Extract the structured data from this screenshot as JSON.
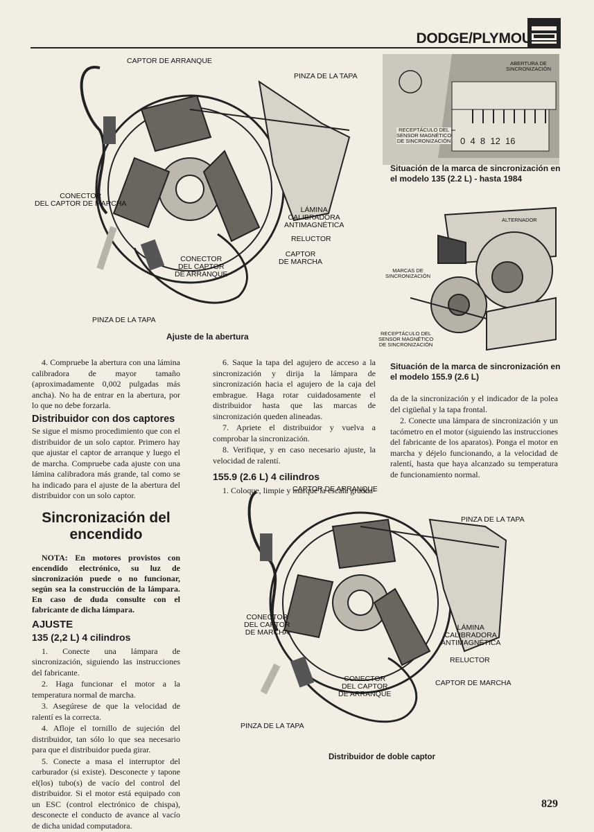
{
  "header": {
    "brand": "DODGE/PLYMOUTH",
    "icon": "car-icon"
  },
  "figure1": {
    "caption": "Ajuste de la abertura",
    "labels": {
      "captor_arranque": "CAPTOR DE ARRANQUE",
      "pinza_tapa_top": "PINZA DE LA TAPA",
      "conector_marcha_1": "CONECTOR",
      "conector_marcha_2": "DEL CAPTOR DE MARCHA",
      "lamina_1": "LÁMINA",
      "lamina_2": "CALIBRADORA",
      "lamina_3": "ANTIMAGNÉTICA",
      "reluctor": "RELUCTOR",
      "conector_arranque_1": "CONECTOR",
      "conector_arranque_2": "DEL CAPTOR",
      "conector_arranque_3": "DE ARRANQUE",
      "captor_marcha_1": "CAPTOR",
      "captor_marcha_2": "DE MARCHA",
      "pinza_tapa_bottom": "PINZA DE LA TAPA"
    }
  },
  "figure2": {
    "caption_1": "Situación de la marca de sincronización en",
    "caption_2": "el modelo 135 (2.2 L) - hasta 1984",
    "labels": {
      "abertura_1": "ABERTURA DE",
      "abertura_2": "SINCRONIZACIÓN",
      "receptaculo_1": "RECEPTÁCULO DEL",
      "receptaculo_2": "SENSOR MAGNÉTICO",
      "receptaculo_3": "DE SINCRONIZACIÓN",
      "scale": "0  4  8  12  16"
    }
  },
  "figure3": {
    "caption_1": "Situación de la marca de sincronización en",
    "caption_2": "el modelo 155.9 (2.6 L)",
    "labels": {
      "alternador": "ALTERNADOR",
      "marcas_1": "MARCAS DE",
      "marcas_2": "SINCRONIZACIÓN",
      "receptaculo_1": "RECEPTÁCULO DEL",
      "receptaculo_2": "SENSOR MAGNÉTICO",
      "receptaculo_3": "DE SINCRONIZACIÓN"
    }
  },
  "figure4": {
    "caption": "Distribuidor de doble captor",
    "labels": {
      "captor_arranque": "CAPTOR DE ARRANQUE",
      "pinza_tapa_top": "PINZA DE LA TAPA",
      "conector_marcha_1": "CONECTOR",
      "conector_marcha_2": "DEL CAPTOR",
      "conector_marcha_3": "DE MARCHA",
      "lamina_1": "LÁMINA",
      "lamina_2": "CALIBRADORA",
      "lamina_3": "ANTIMAGNÉTICA",
      "reluctor": "RELUCTOR",
      "conector_arranque_1": "CONECTOR",
      "conector_arranque_2": "DEL CAPTOR",
      "conector_arranque_3": "DE ARRANQUE",
      "captor_marcha": "CAPTOR DE MARCHA",
      "pinza_tapa_bottom": "PINZA DE LA TAPA"
    }
  },
  "col1": {
    "p4": "4. Compruebe la abertura con una lámina calibradora de mayor tamaño (aproximadamente 0,002 pulgadas más ancha). No ha de entrar en la abertura, por lo que no debe forzarla.",
    "h_dist": "Distribuidor con dos captores",
    "p_dist": "Se sigue el mismo procedimiento que con el distribuidor de un solo captor. Primero hay que ajustar el captor de arranque y luego el de marcha. Compruebe cada ajuste con una lámina calibradora más grande, tal como se ha indicado para el ajuste de la abertura del distribuidor con un solo captor.",
    "h_sync_1": "Sincronización del",
    "h_sync_2": "encendido",
    "nota": "NOTA: En motores provistos con encendido electrónico, su luz de sincronización puede o no funcionar, según sea la construcción de la lámpara. En caso de duda consulte con el fabricante de dicha lámpara.",
    "h_ajuste": "AJUSTE",
    "h_135": "135 (2,2 L) 4 cilindros",
    "s1": "1. Conecte una lámpara de sincronización, siguiendo las instrucciones del fabricante.",
    "s2": "2. Haga funcionar el motor a la temperatura normal de marcha.",
    "s3": "3. Asegúrese de que la velocidad de ralentí es la correcta.",
    "s4": "4. Afloje el tornillo de sujeción del distribuidor, tan sólo lo que sea necesario para que el distribuidor pueda girar.",
    "s5": "5. Conecte a masa el interruptor del carburador (si existe). Desconecte y tapone el(los) tubo(s) de vacío del control del distribuidor. Si el motor está equipado con un ESC (control electrónico de chispa), desconecte el conducto de avance al vacío de dicha unidad computadora."
  },
  "col2": {
    "s6": "6. Saque la tapa del agujero de acceso a la sincronización y dirija la lámpara de sincronización hacia el agujero de la caja del embrague. Haga rotar cuidadosamente el distribuidor hasta que las marcas de sincronización queden alineadas.",
    "s7": "7. Apriete el distribuidor y vuelva a comprobar la sincronización.",
    "s8": "8. Verifique, y en caso necesario ajuste, la velocidad de ralentí.",
    "h_155": "155.9 (2.6 L) 4 cilindros",
    "s1": "1. Coloque, limpie y marque la escala gradua-"
  },
  "col3": {
    "cont": "da de la sincronización y el indicador de la polea del cigüeñal y la tapa frontal.",
    "s2": "2. Conecte una lámpara de sincronización y un tacómetro en el motor (siguiendo las instrucciones del fabricante de los aparatos). Ponga el motor en marcha y déjelo funcionando, a la velocidad de ralentí, hasta que haya alcanzado su temperatura de funcionamiento normal."
  },
  "page_number": "829"
}
